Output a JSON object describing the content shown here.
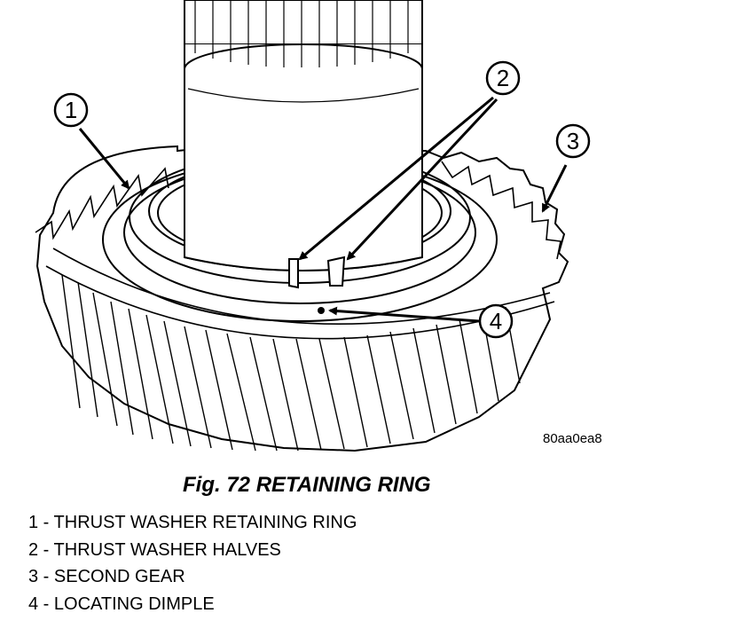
{
  "figure": {
    "reference_code": "80aa0ea8",
    "caption": "Fig. 72 RETAINING RING",
    "callouts": [
      {
        "number": "1"
      },
      {
        "number": "2"
      },
      {
        "number": "3"
      },
      {
        "number": "4"
      }
    ]
  },
  "legend": [
    "1 - THRUST WASHER RETAINING RING",
    "2 - THRUST WASHER HALVES",
    "3 - SECOND GEAR",
    "4 - LOCATING DIMPLE"
  ]
}
